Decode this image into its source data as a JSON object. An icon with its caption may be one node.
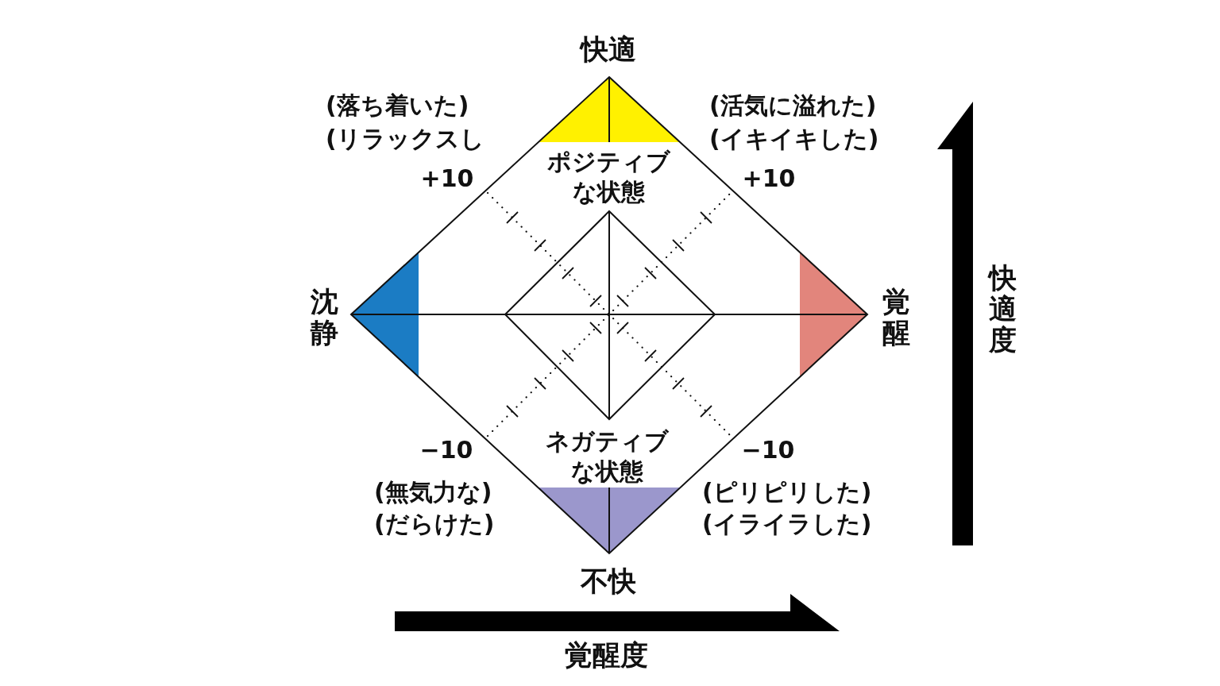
{
  "diagram": {
    "labels": [
      "快適",
      "(落ち着いた)",
      "(活気に溢れた)",
      "(リラックスし",
      "(イキイキした)",
      "ポジティブな状態",
      "+10",
      "+10",
      "快適度",
      "沈静",
      "覚醒",
      "ネガティブな状態",
      "−10",
      "−10",
      "(無気力な)",
      "(ピリピリした)",
      "(だらけた)",
      "(イライラした)",
      "不快",
      "覚醒度"
    ]
  }
}
